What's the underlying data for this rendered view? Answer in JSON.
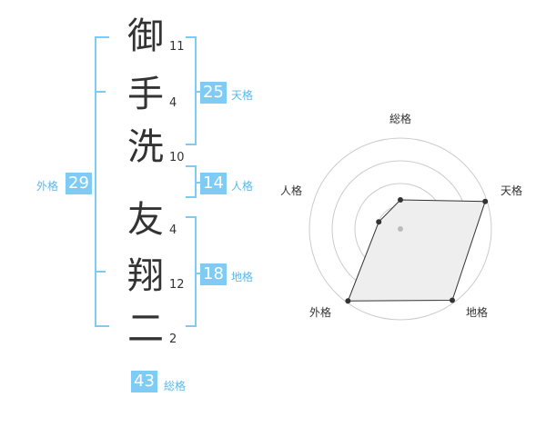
{
  "name_chars": [
    {
      "char": "御",
      "strokes": "11"
    },
    {
      "char": "手",
      "strokes": "4"
    },
    {
      "char": "洗",
      "strokes": "10"
    },
    {
      "char": "友",
      "strokes": "4"
    },
    {
      "char": "翔",
      "strokes": "12"
    },
    {
      "char": "二",
      "strokes": "2"
    }
  ],
  "kaku": {
    "tenkaku": {
      "value": "25",
      "label": "天格"
    },
    "jinkaku": {
      "value": "14",
      "label": "人格"
    },
    "chikaku": {
      "value": "18",
      "label": "地格"
    },
    "gaikaku": {
      "value": "29",
      "label": "外格"
    },
    "soukaku": {
      "value": "43",
      "label": "総格"
    }
  },
  "radar": {
    "axis_labels": {
      "top": "総格",
      "right": "天格",
      "bottom_right": "地格",
      "bottom_left": "外格",
      "left": "人格"
    },
    "levels": 4,
    "scores": {
      "soukaku": 0.32,
      "tenkaku": 0.98,
      "chikaku": 0.97,
      "gaikaku": 0.98,
      "jinkaku": 0.25
    },
    "fill_color": "#eeeeee",
    "ring_color": "#cccccc",
    "line_color": "#333333"
  },
  "colors": {
    "accent": "#7ecbf5",
    "label": "#5ab8ec",
    "text": "#333333"
  }
}
